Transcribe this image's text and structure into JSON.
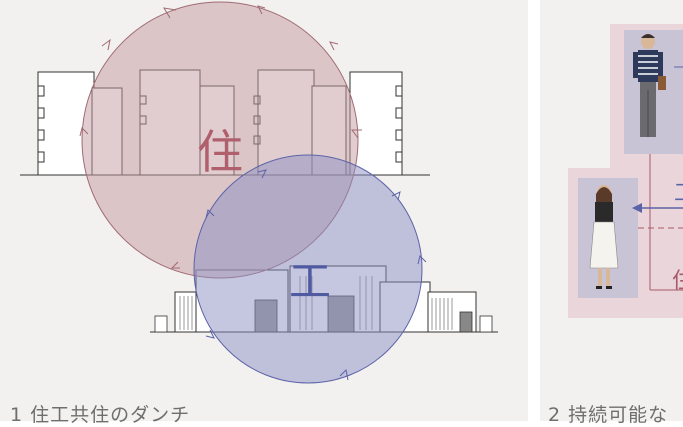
{
  "panel_1": {
    "circle_residence_char": "住",
    "circle_work_char": "工",
    "caption": "1 住工共住のダンチ",
    "colors": {
      "residence_circle": "#c49aa0",
      "work_circle": "#9a9cc6",
      "residence_text": "#b0606c",
      "work_text": "#4f5aa0"
    }
  },
  "panel_2": {
    "label_work": "工",
    "label_residence": "住",
    "caption": "2 持続可能な",
    "colors": {
      "pink_background": "#ead5da",
      "person_box": "#c9c3d6",
      "arrow": "#5d63a8"
    }
  }
}
